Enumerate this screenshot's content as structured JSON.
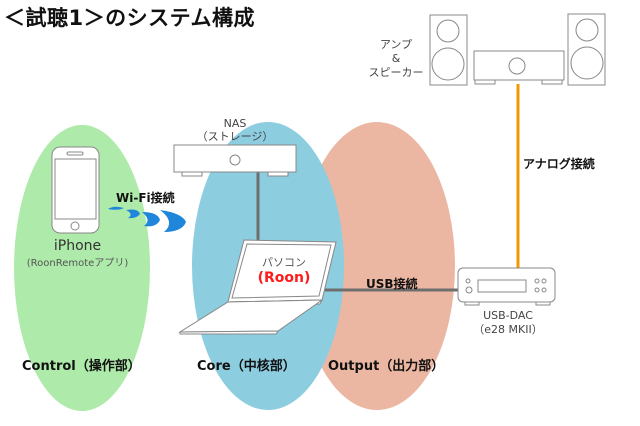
{
  "title": "＜試聴1＞のシステム構成",
  "colors": {
    "control_zone": "#aeeaaa",
    "core_zone": "#8ccde0",
    "output_zone": "#ecb7a2",
    "analog_line": "#f39800",
    "cable": "#6e6e6e",
    "wifi": "#1f86dc",
    "roon_text": "#ff1a1a"
  },
  "zones": {
    "control": "Control（操作部）",
    "core": "Core（中核部）",
    "output": "Output（出力部）"
  },
  "devices": {
    "iphone": {
      "name": "iPhone",
      "sub": "(RoonRemoteアプリ)"
    },
    "nas": {
      "name": "NAS",
      "sub": "（ストレージ）"
    },
    "pc": {
      "name": "パソコン",
      "sub": "(Roon)"
    },
    "dac": {
      "name": "USB-DAC",
      "sub": "（e28 MKII）"
    },
    "amp": {
      "line1": "アンプ",
      "line2": "&",
      "line3": "スピーカー"
    }
  },
  "connections": {
    "wifi": "Wi-Fi接続",
    "usb": "USB接続",
    "analog": "アナログ接続"
  }
}
